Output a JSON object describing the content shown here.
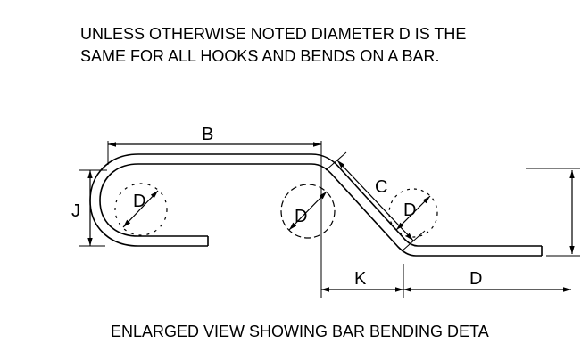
{
  "note": {
    "line1": "UNLESS OTHERWISE NOTED DIAMETER D IS THE",
    "line2": "SAME FOR ALL HOOKS AND BENDS ON A BAR."
  },
  "caption": "ENLARGED VIEW SHOWING BAR BENDING DETA",
  "labels": {
    "b": "B",
    "c": "C",
    "j": "J",
    "k": "K",
    "d_bottom": "D",
    "d_hook": "D",
    "d_bend1": "D",
    "d_bend2": "D"
  }
}
